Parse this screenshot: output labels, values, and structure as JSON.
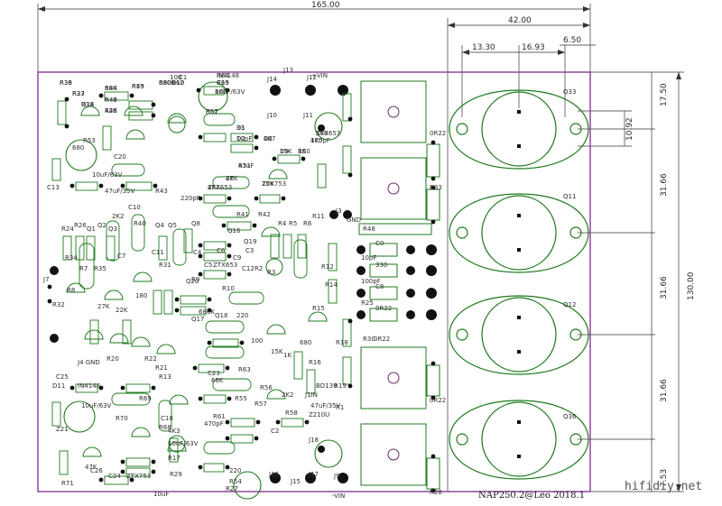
{
  "colors": {
    "board_outline": "#8a3a9a",
    "silkscreen": "#2a8a2a",
    "pad": "#111111",
    "dimension": "#222222"
  },
  "dimensions": {
    "board_width": "165.00",
    "board_height": "130.00",
    "heatsink_width": "42.00",
    "to3_left": "13.30",
    "to3_center": "16.93",
    "to3_right": "6.50",
    "top_offset": "17.50",
    "pin_gap": "10.92",
    "pitch_1": "31.66",
    "pitch_2": "31.66",
    "pitch_3": "31.66",
    "bottom_offset": "7.53"
  },
  "transistors": {
    "q33": "Q33",
    "q11": "Q11",
    "q12": "Q12",
    "q36": "Q36"
  },
  "connectors": {
    "plus_vin": "+VIN",
    "minus_vin": "-VIN",
    "gnd": "GND",
    "j7": "J7",
    "j3": "J3",
    "j9": "J9",
    "j10": "J10",
    "j11": "J11",
    "j12": "J12",
    "j13": "J13",
    "j14": "J14",
    "j15": "J15",
    "j16": "J16",
    "j17": "J17",
    "j18": "J18",
    "j4_gnd": "J4 GND"
  },
  "labels": [
    "R39",
    "R23",
    "Q14",
    "68K",
    "R46",
    "42K",
    "R45",
    "680K",
    "D10",
    "IN4148",
    "C19",
    "10uF/63V",
    "R52",
    "33",
    "10pF",
    "4K7",
    "15K",
    "R50",
    "R51",
    "47K",
    "ZTX653",
    "ZTX753",
    "470pF",
    "560",
    "R53",
    "680",
    "C20",
    "10uF/63V",
    "C13",
    "47uF/35V",
    "R43",
    "220pF",
    "2K2",
    "R40",
    "R41",
    "R42",
    "R48",
    "C0",
    "10pF",
    "330",
    "100pF",
    "C8",
    "R25",
    "0R22",
    "R30",
    "0R22",
    "R32",
    "0R22",
    "R33",
    "0R22",
    "R28",
    "100",
    "C1",
    "10uF",
    "R27",
    "R54",
    "220",
    "R29",
    "R71",
    "Z21",
    "IN4148",
    "D11",
    "C25",
    "10uF/63V",
    "R69",
    "C23",
    "R63",
    "R56",
    "R57",
    "2K2",
    "R58",
    "Z210U",
    "47uF/35V",
    "470pF",
    "R70",
    "C24",
    "ZTX753",
    "R68",
    "47K",
    "C26",
    "10uF/63V",
    "R17",
    "C18",
    "4K3",
    "R61",
    "R55",
    "68K",
    "680K",
    "ZTX653",
    "Q16",
    "Q19",
    "Q20",
    "Q17",
    "Q18",
    "220",
    "100",
    "15K",
    "1K",
    "680",
    "27K",
    "22K",
    "180",
    "R13",
    "R20",
    "R21",
    "R22",
    "R24",
    "R26",
    "Q1",
    "Q2",
    "Q3",
    "Q4",
    "Q5",
    "Q8",
    "C4",
    "C5",
    "C6",
    "C9",
    "C12",
    "R2",
    "R3",
    "R4",
    "R5",
    "R6",
    "R7",
    "R8",
    "R9",
    "R10",
    "R11",
    "R12",
    "R14",
    "R15",
    "R16",
    "R18",
    "R19",
    "BD139",
    "J1IN",
    "R1",
    "C2",
    "C3",
    "C7",
    "C10",
    "C11",
    "R31",
    "R34",
    "R35",
    "R36",
    "R37",
    "R38",
    "R44",
    "R47",
    "R49",
    "R59",
    "R60",
    "R62",
    "R64",
    "R65",
    "R66",
    "R67",
    "D1",
    "D2",
    "D3",
    "D9",
    "1K",
    "47uF",
    "2K",
    "4K7",
    "10K",
    "1K5",
    "ZTX653"
  ],
  "footer": {
    "title": "NAP250.2@Leo 2018.1",
    "watermark": "hifidiy.net"
  }
}
